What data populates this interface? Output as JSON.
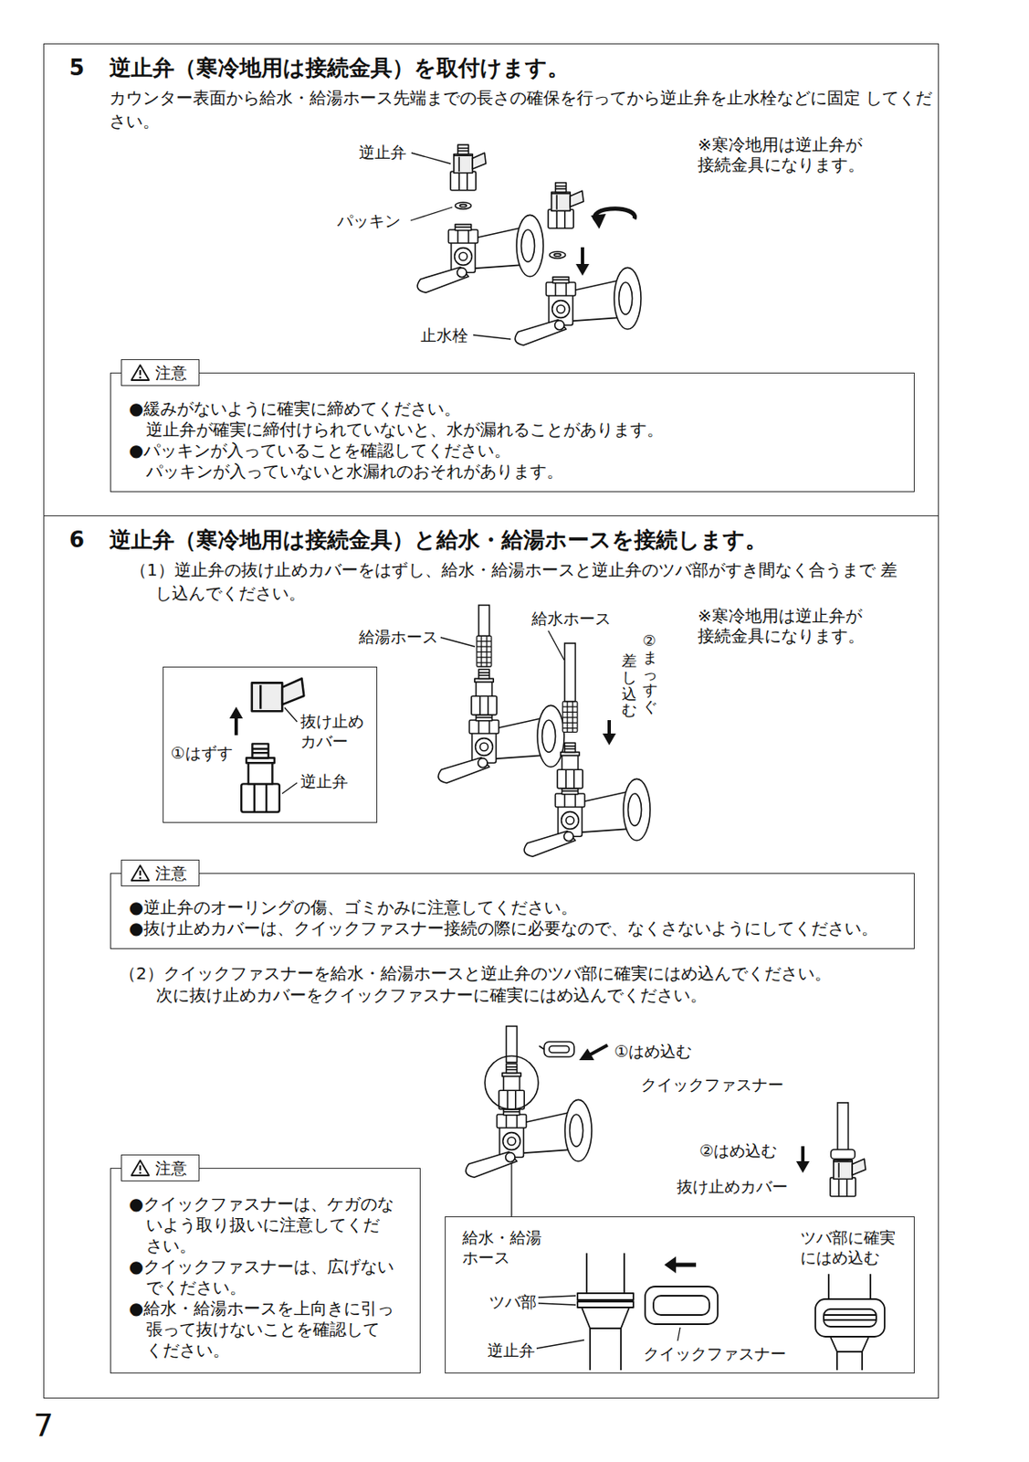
{
  "diagram": {
    "nodes": [
      {
        "text": [
          "5",
          "逆止弁（寒冷地用は接続金具）を取付けます。",
          "カウンター表面から給水・給湯ホース先端までの長さの確保を行ってから逆止弁を止水栓などに固定 してください。"
        ]
      },
      {
        "text": [
          "注意",
          "●緩みがないように確実に締めてください。",
          "逆止弁が確実に締付けられていないと、水が漏れることがあります。",
          "●パッキンが入っていることを確認してください。",
          "パッキンが入っていないと水漏れのおそれがあります。"
        ],
        "in": 0
      },
      {
        "text": [
          "6",
          "逆止弁（寒冷地用は接続金具）と給水・給湯ホースを接続します。"
        ]
      },
      {
        "text": [
          "①はずす",
          "抜け止め カバー",
          "逆止弁"
        ],
        "in": 2
      },
      {
        "text": [
          "注意",
          "●逆止弁のオーリングの傷、ゴミかみに注意してください。",
          "●抜け止めカバーは、クイックファスナー接続の際に必要なので、なくさないようにしてください。"
        ],
        "in": 2
      },
      {
        "text": [
          "注意",
          "●クイックファスナーは、ケガのないよう取り扱いに注意してください。",
          "●クイックファスナーは、広げないでください。",
          "●給水・給湯ホースを上向きに引っ張って抜けないことを確認してください。"
        ],
        "in": 2
      },
      {
        "text": [
          "給水・給湯 ホース",
          "ツバ部",
          "逆止弁",
          "クイックファスナー",
          "ツバ部に確実 にはめ込む"
        ],
        "in": 2
      }
    ],
    "labels": [
      "逆止弁",
      "パッキン",
      "※寒冷地用は逆止弁が 接続金具になります。",
      "止水栓",
      "（1）逆止弁の抜け止めカバーをはずし、給水・給湯ホースと逆止弁のツバ部がすき間なく合うまで 差し込んでください。",
      "給湯ホース",
      "給水ホース",
      "②まっすぐ",
      "差し込む",
      "※寒冷地用は逆止弁が 接続金具になります。",
      "（2）クイックファスナーを給水・給湯ホースと逆止弁のツバ部に確実にはめ込んでください。",
      "次に抜け止めカバーをクイックファスナーに確実にはめ込んでください。",
      "①はめ込む",
      "クイックファスナー",
      "②はめ込む",
      "抜け止めカバー",
      "7"
    ]
  }
}
